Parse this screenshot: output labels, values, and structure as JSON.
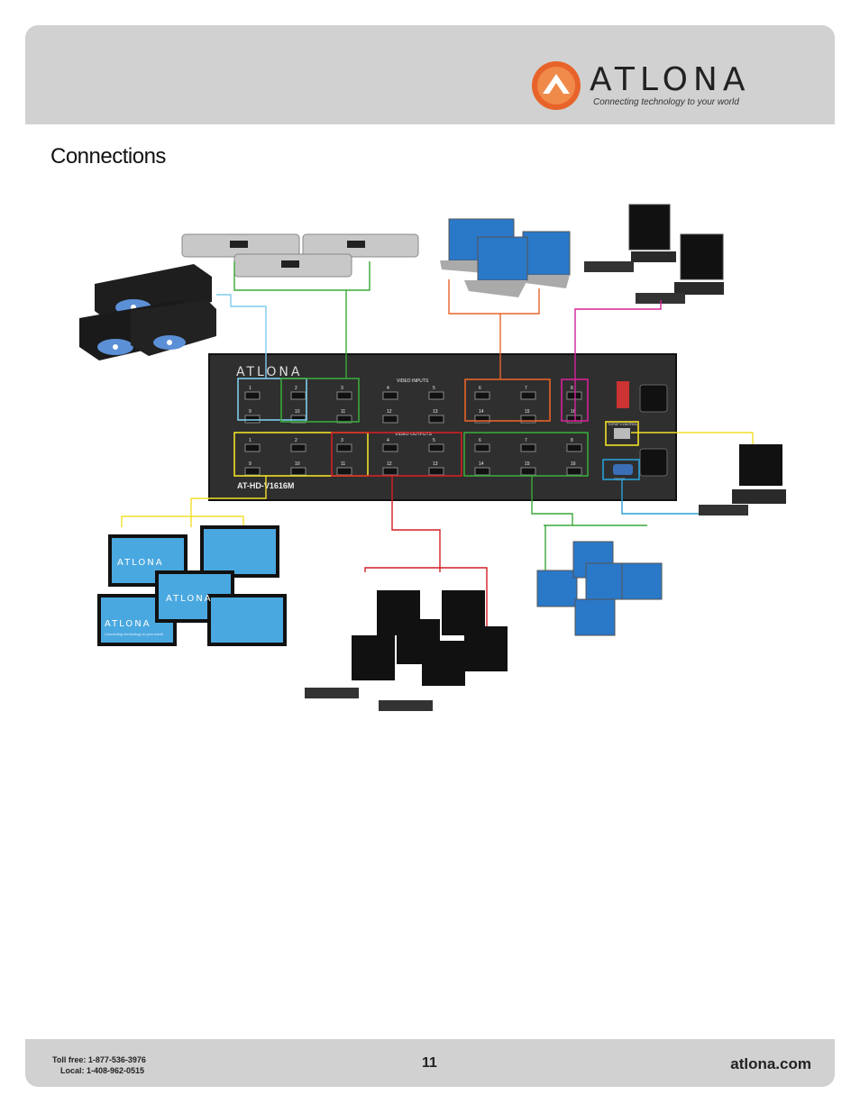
{
  "header": {
    "brand": "ATLONA",
    "tagline": "Connecting technology to your world"
  },
  "page": {
    "title": "Connections"
  },
  "device": {
    "brand": "ATLONA",
    "model": "AT-HD-V1616M",
    "inputs_label": "VIDEO INPUTS",
    "outputs_label": "VIDEO OUTPUTS",
    "control_label": "TCP/IP CONTROL",
    "serial_label": "RS232",
    "input_ports": [
      "1",
      "2",
      "3",
      "4",
      "5",
      "6",
      "7",
      "8",
      "9",
      "10",
      "11",
      "12",
      "13",
      "14",
      "15",
      "16"
    ],
    "output_ports": [
      "1",
      "2",
      "3",
      "4",
      "5",
      "6",
      "7",
      "8",
      "9",
      "10",
      "11",
      "12",
      "13",
      "14",
      "15",
      "16"
    ]
  },
  "display_brand": "ATLONA",
  "display_tagline": "Connecting technology to your world",
  "colors": {
    "blu_ray": "#7fcbef",
    "cable_box": "#3aa83a",
    "laptops_in": "#e8632a",
    "pcs_in": "#d6229a",
    "tvs": "#f2df2a",
    "pcs_out": "#d21f25",
    "laptops_out": "#3aa83a",
    "control": "#f2df2a",
    "serial": "#2a9fd8"
  },
  "footer": {
    "toll_free": "Toll free: 1-877-536-3976",
    "local": "Local: 1-408-962-0515",
    "page_number": "11",
    "website": "atlona.com"
  }
}
